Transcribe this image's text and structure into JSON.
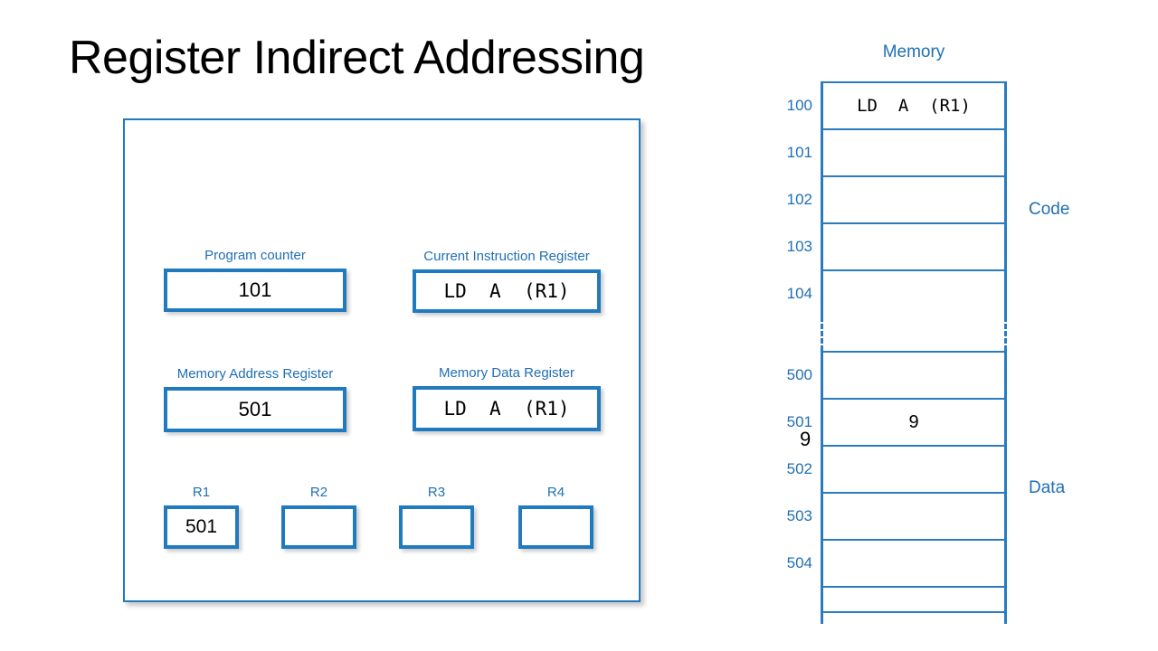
{
  "title": "Register Indirect Addressing",
  "colors": {
    "accent_blue": "#1F7AC0",
    "label_blue": "#1F6FB5",
    "table_blue": "#2B7BBE",
    "text_black": "#000000",
    "background": "#FFFFFF"
  },
  "cpu": {
    "registers": [
      {
        "name": "program-counter",
        "label": "Program counter",
        "value": "101",
        "kind": "num"
      },
      {
        "name": "current-instruction-register",
        "label": "Current Instruction Register",
        "value": "LD  A  (R1)",
        "kind": "mono"
      },
      {
        "name": "memory-address-register",
        "label": "Memory Address Register",
        "value": "501",
        "kind": "num"
      },
      {
        "name": "memory-data-register",
        "label": "Memory Data Register",
        "value": "LD  A  (R1)",
        "kind": "mono"
      }
    ],
    "general_purpose": [
      {
        "name": "r1",
        "label": "R1",
        "value": "501"
      },
      {
        "name": "r2",
        "label": "R2",
        "value": ""
      },
      {
        "name": "r3",
        "label": "R3",
        "value": ""
      },
      {
        "name": "r4",
        "label": "R4",
        "value": ""
      }
    ]
  },
  "memory": {
    "title": "Memory",
    "section_labels": {
      "code": "Code",
      "data": "Data"
    },
    "annotation": "9",
    "code_rows": [
      {
        "address": "100",
        "value": "LD  A  (R1)",
        "kind": "mono"
      },
      {
        "address": "101",
        "value": "",
        "kind": "mono"
      },
      {
        "address": "102",
        "value": "",
        "kind": "mono"
      },
      {
        "address": "103",
        "value": "",
        "kind": "mono"
      },
      {
        "address": "104",
        "value": "",
        "kind": "mono"
      }
    ],
    "data_rows": [
      {
        "address": "500",
        "value": "",
        "kind": "mono"
      },
      {
        "address": "501",
        "value": "9",
        "kind": "num"
      },
      {
        "address": "502",
        "value": "",
        "kind": "mono"
      },
      {
        "address": "503",
        "value": "",
        "kind": "mono"
      },
      {
        "address": "504",
        "value": "",
        "kind": "mono"
      }
    ]
  }
}
